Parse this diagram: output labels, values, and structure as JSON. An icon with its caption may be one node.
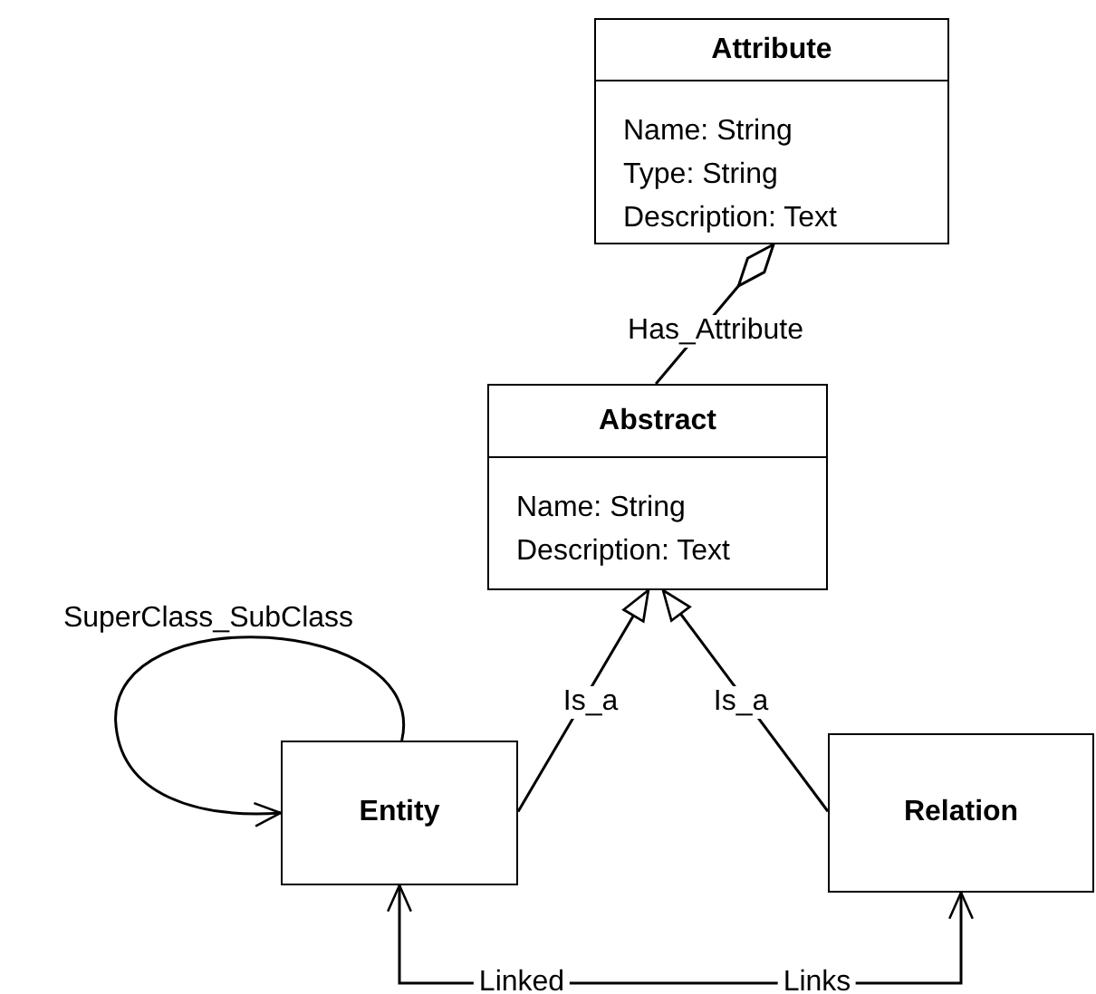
{
  "diagram": {
    "nodes": [
      {
        "text": [
          "Attribute",
          "Name: String",
          "Type: String",
          "Description: Text"
        ]
      },
      {
        "text": [
          "Abstract",
          "Name: String",
          "Description: Text"
        ]
      },
      {
        "text": [
          "Entity"
        ]
      },
      {
        "text": [
          "Relation"
        ]
      }
    ],
    "edges": [
      {
        "from": 1,
        "to": 0,
        "arrow": "other",
        "label": "Has_Attribute"
      },
      {
        "from": 2,
        "to": 1,
        "arrow": "to",
        "label": "Is_a"
      },
      {
        "from": 3,
        "to": 1,
        "arrow": "to",
        "label": "Is_a"
      },
      {
        "from": 2,
        "to": 2,
        "arrow": "to",
        "label": "SuperClass_SubClass"
      },
      {
        "from": 2,
        "to": 3,
        "arrow": "both",
        "label": "Linked"
      }
    ],
    "labels": [
      "Links"
    ]
  }
}
